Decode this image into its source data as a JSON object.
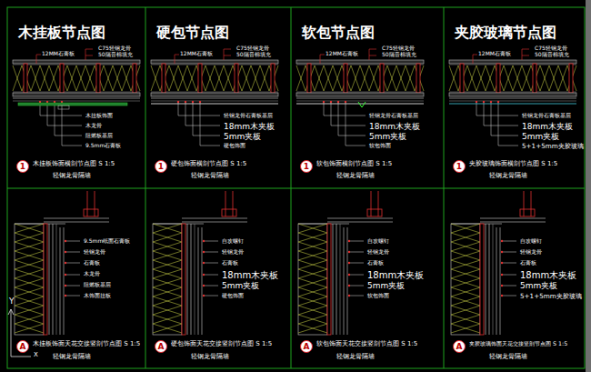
{
  "diagram": {
    "nodes": [
      {
        "text": [
          "1"
        ]
      },
      {
        "text": [
          "1"
        ]
      },
      {
        "text": [
          "1"
        ]
      },
      {
        "text": [
          "1"
        ]
      },
      {
        "text": [
          "A"
        ]
      },
      {
        "text": [
          "A"
        ]
      },
      {
        "text": [
          "A"
        ]
      },
      {
        "text": [
          "A"
        ]
      }
    ],
    "labels": [
      "木挂板节点图",
      "硬包节点图",
      "软包节点图",
      "夹胶玻璃节点图",
      "12MM石膏板",
      "C75轻钢龙骨",
      "50隔音棉填充",
      "木挂板饰面",
      "木龙骨",
      "阻燃板基层",
      "9.5mm石膏板",
      "木挂板饰面横剖节点图 S 1:5",
      "轻钢龙骨隔墙",
      "12MM石膏板",
      "C75轻钢龙骨",
      "50隔音棉填充",
      "轻钢龙骨石膏板基层",
      "18mm木夹板",
      "5mm夹板",
      "硬包饰面",
      "硬包饰面横剖节点图 S 1:5",
      "轻钢龙骨隔墙",
      "12MM石膏板",
      "C75轻钢龙骨",
      "50隔音棉填充",
      "轻钢龙骨石膏板基层",
      "18mm木夹板",
      "5mm夹板",
      "软包饰面",
      "软包饰面横剖节点图 S 1:5",
      "轻钢龙骨隔墙",
      "12MM石膏板",
      "C75轻钢龙骨",
      "50隔音棉填充",
      "轻钢龙骨石膏板基层",
      "18mm木夹板",
      "5mm夹板",
      "5+1+5mm夹胶玻璃",
      "夹胶玻璃饰面横剖节点图 S 1:5",
      "轻钢龙骨隔墙",
      "9.5mm纸面石膏板",
      "轻钢龙骨",
      "石膏板",
      "木龙骨",
      "阻燃板基层",
      "木饰面挂板",
      "木挂板饰面天花交接竖剖节点图 S 1:5",
      "轻钢龙骨隔墙",
      "自攻螺钉",
      "轻钢龙骨",
      "石膏板",
      "18mm木夹板",
      "5mm夹板",
      "硬包饰面",
      "硬包饰面天花交接竖剖节点图 S 1:5",
      "轻钢龙骨隔墙",
      "自攻螺钉",
      "轻钢龙骨",
      "石膏板",
      "18mm木夹板",
      "5mm夹板",
      "软包饰面",
      "软包饰面天花交接竖剖节点图 S 1:5",
      "轻钢龙骨隔墙",
      "自攻螺钉",
      "轻钢龙骨",
      "石膏板",
      "18mm木夹板",
      "5mm夹板",
      "5+1+5mm夹胶玻璃",
      "夹胶玻璃饰面天花交接竖剖节点图 S 1:5",
      "轻钢龙骨隔墙",
      "Y",
      "X"
    ]
  }
}
